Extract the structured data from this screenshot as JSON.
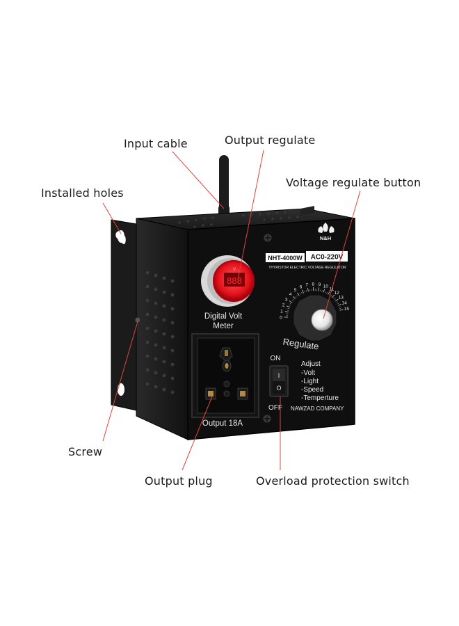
{
  "callouts": {
    "input_cable": "Input cable",
    "output_regulate": "Output regulate",
    "installed_holes": "Installed holes",
    "voltage_regulate_button": "Voltage regulate button",
    "screw": "Screw",
    "output_plug": "Output plug",
    "overload_protection_switch": "Overload protection switch"
  },
  "device": {
    "brand": "N&H",
    "model": "NHT-4000W",
    "range": "AC0-220V",
    "subtitle": "THYRISTOR ELECTRIC VOLTAGE REGULATOR",
    "meter_label_line1": "Digital Volt",
    "meter_label_line2": "Meter",
    "dial_label": "Regulate",
    "dial_scale": [
      "0",
      "1",
      "2",
      "3",
      "4",
      "5",
      "6",
      "7",
      "8",
      "9",
      "10",
      "11",
      "12",
      "13",
      "14",
      "15"
    ],
    "switch_on": "ON",
    "switch_off": "OFF",
    "switch_on_symbol": "I",
    "switch_off_symbol": "O",
    "adjust_title": "Adjust",
    "adjust_items": [
      "-Volt",
      "-Light",
      "-Speed",
      "-Temperture"
    ],
    "company": "NAWZAD COMPANY",
    "output_label": "Output 18A"
  },
  "colors": {
    "leader_line": "#e0443a",
    "body": "#141414",
    "panel": "#0d0d0d",
    "meter_red": "#e3101a",
    "label_text": "#e8e8e8"
  }
}
